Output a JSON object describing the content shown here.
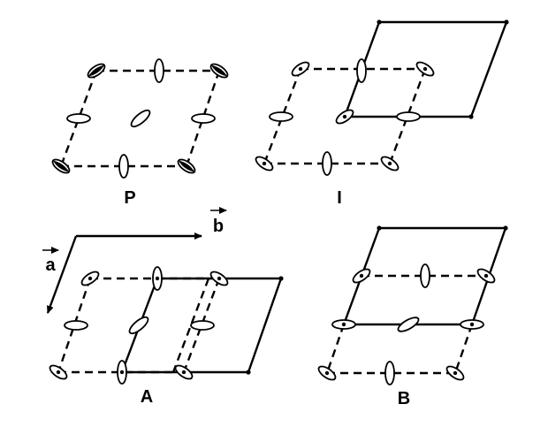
{
  "labels": {
    "p": "P",
    "i": "I",
    "a": "A",
    "b": "B",
    "vec_a": "a",
    "vec_b": "b"
  },
  "colors": {
    "ink": "#000000",
    "background": "#ffffff"
  }
}
